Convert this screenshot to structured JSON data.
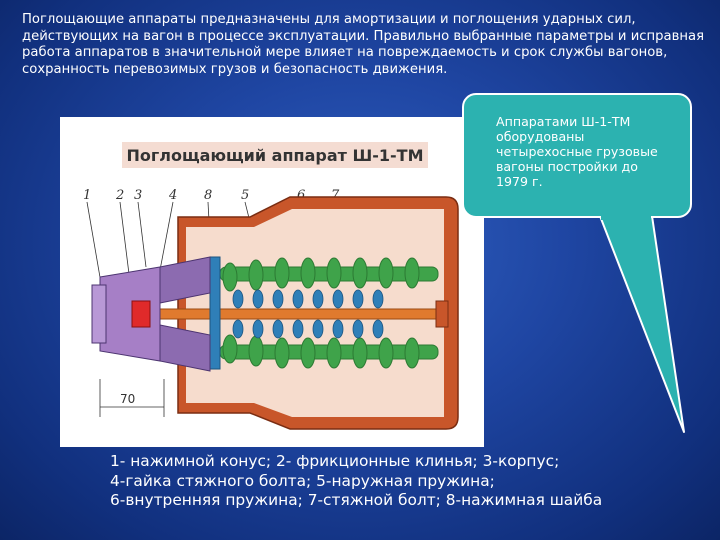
{
  "intro_text": "Поглощающие аппараты предназначены для амортизации и поглощения ударных сил, действующих на вагон в процессе эксплуатации. Правильно выбранные параметры и исправная работа аппаратов в значительной мере влияет на повреждаемость и срок службы вагонов, сохранность перевозимых грузов и безопасность движения.",
  "figure": {
    "title": "Поглощающий аппарат Ш-1-ТМ",
    "callout_numbers": [
      "1",
      "2",
      "3",
      "4",
      "8",
      "5",
      "6",
      "7"
    ],
    "dimension_label": "70"
  },
  "callout_text": "Аппаратами Ш-1-ТМ оборудованы четырехосные грузовые вагоны постройки до 1979 г.",
  "legend": {
    "line1": "1- нажимной конус; 2- фрикционные клинья; 3-корпус;",
    "line2": "4-гайка стяжного болта; 5-наружная пружина;",
    "line3": "6-внутренняя пружина; 7-стяжной болт; 8-нажимная шайба"
  },
  "colors": {
    "background": "#1f46a3",
    "callout": "#2cb2b0",
    "housing": "#c8562a",
    "spring_outer": "#3fa34a",
    "spring_inner": "#2f7fb8",
    "cone": "#a67fc6",
    "bolt": "#e07a2e",
    "nut": "#e02a2a"
  }
}
